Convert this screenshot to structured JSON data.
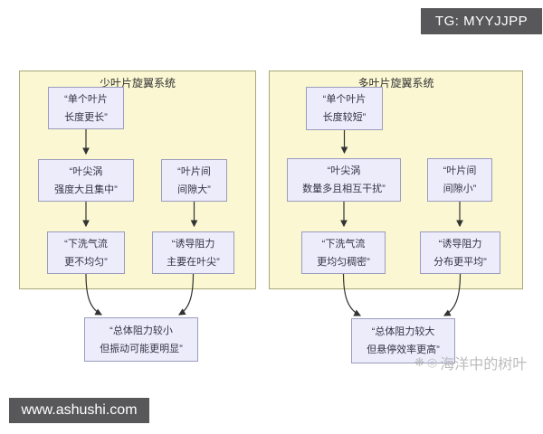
{
  "badges": {
    "tg_label": "TG: MYYJJPP",
    "website_label": "www.ashushi.com"
  },
  "watermark": {
    "icon1": "❋",
    "icon2": "◎",
    "text": "海洋中的树叶"
  },
  "diagrams": [
    {
      "title": "少叶片旋翼系统",
      "nodes": {
        "top": "“单个叶片\n长度更长”",
        "mid_left": "“叶尖涡\n强度大且集中”",
        "mid_right": "“叶片间\n间隙大”",
        "low_left": "“下洗气流\n更不均匀”",
        "low_right": "“诱导阻力\n主要在叶尖”",
        "result": "“总体阻力较小\n但振动可能更明显”"
      }
    },
    {
      "title": "多叶片旋翼系统",
      "nodes": {
        "top": "“单个叶片\n长度较短”",
        "mid_left": "“叶尖涡\n数量多且相互干扰”",
        "mid_right": "“叶片间\n间隙小”",
        "low_left": "“下洗气流\n更均匀稠密”",
        "low_right": "“诱导阻力\n分布更平均”",
        "result": "“总体阻力较大\n但悬停效率更高”"
      }
    }
  ],
  "colors": {
    "container_fill": "#faf7d2",
    "container_border": "#a8a878",
    "node_fill": "#ececfb",
    "node_border": "#9c9cbe",
    "badge_bg": "#58585a",
    "text": "#333333",
    "arrow": "#333333"
  }
}
